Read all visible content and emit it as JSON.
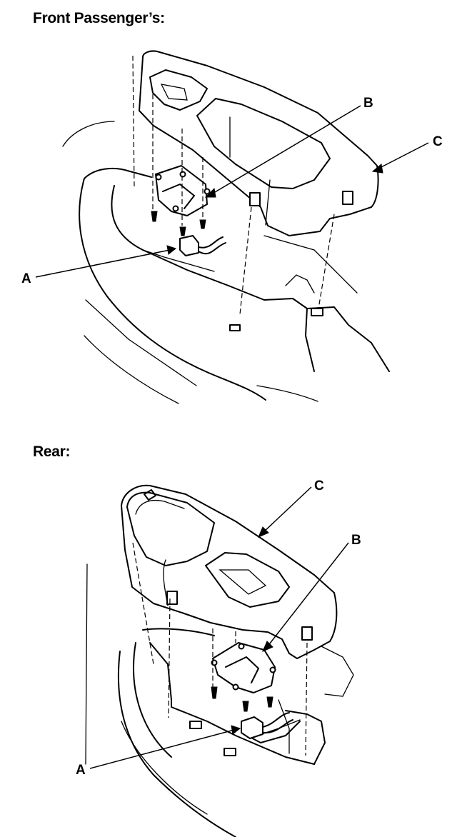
{
  "sections": {
    "front": {
      "title": "Front Passenger’s:"
    },
    "rear": {
      "title": "Rear:"
    }
  },
  "callouts": {
    "connector": "A",
    "switch": "B",
    "panel": "C"
  }
}
